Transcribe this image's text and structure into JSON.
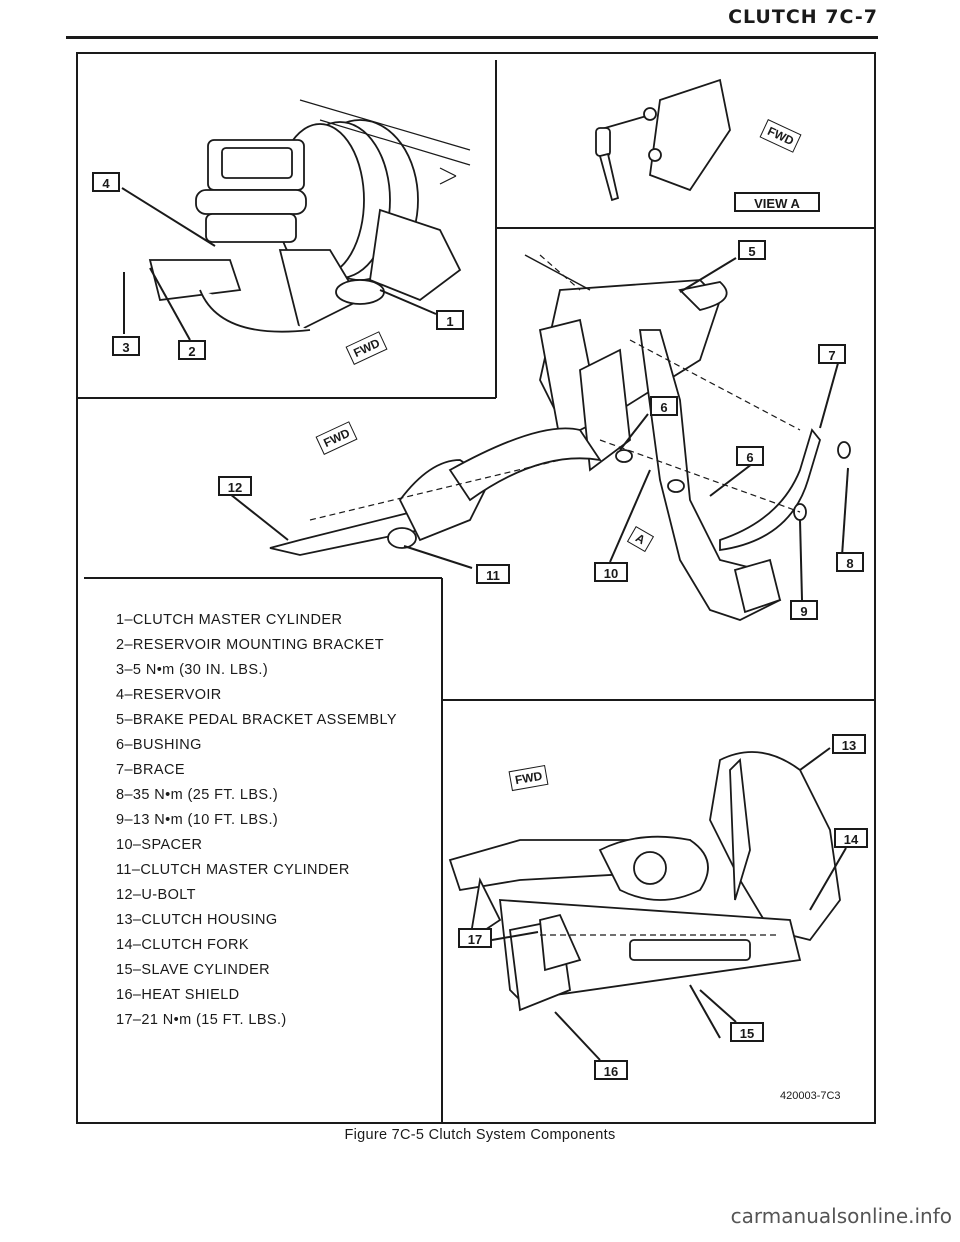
{
  "header": {
    "title": "CLUTCH 7C-7"
  },
  "legend": [
    "1–CLUTCH MASTER CYLINDER",
    "2–RESERVOIR MOUNTING BRACKET",
    "3–5 N•m (30 IN. LBS.)",
    "4–RESERVOIR",
    "5–BRAKE PEDAL BRACKET ASSEMBLY",
    "6–BUSHING",
    "7–BRACE",
    "8–35 N•m (25 FT. LBS.)",
    "9–13 N•m (10 FT. LBS.)",
    "10–SPACER",
    "11–CLUTCH MASTER CYLINDER",
    "12–U-BOLT",
    "13–CLUTCH HOUSING",
    "14–CLUTCH FORK",
    "15–SLAVE CYLINDER",
    "16–HEAT SHIELD",
    "17–21 N•m (15 FT. LBS.)"
  ],
  "callouts": {
    "c1": "1",
    "c2": "2",
    "c3": "3",
    "c4": "4",
    "c5": "5",
    "c6a": "6",
    "c6b": "6",
    "c7": "7",
    "c8": "8",
    "c9": "9",
    "c10": "10",
    "c11": "11",
    "c12": "12",
    "c13": "13",
    "c14": "14",
    "c15": "15",
    "c16": "16",
    "c17": "17"
  },
  "view_label": "VIEW A",
  "fwd_label": "FWD",
  "a_label": "A",
  "figure_code": "420003-7C3",
  "caption": "Figure 7C-5 Clutch System Components",
  "watermark": "carmanualsonline.info"
}
